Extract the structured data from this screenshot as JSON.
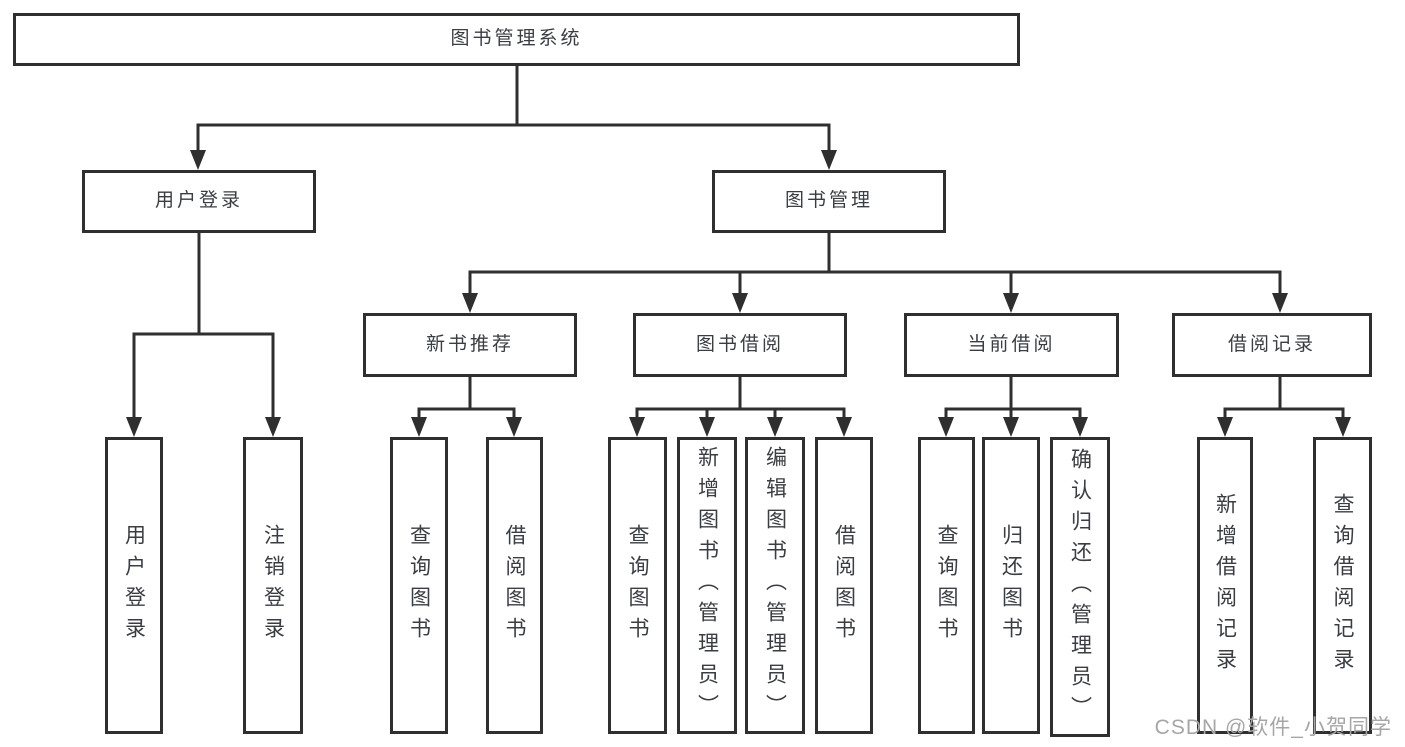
{
  "tree": {
    "label": "图书管理系统",
    "children": [
      {
        "label": "用户登录",
        "children": [
          {
            "label": "用户登录"
          },
          {
            "label": "注销登录"
          }
        ]
      },
      {
        "label": "图书管理",
        "children": [
          {
            "label": "新书推荐",
            "children": [
              {
                "label": "查询图书"
              },
              {
                "label": "借阅图书"
              }
            ]
          },
          {
            "label": "图书借阅",
            "children": [
              {
                "label": "查询图书"
              },
              {
                "label": "新增图书（管理员）"
              },
              {
                "label": "编辑图书（管理员）"
              },
              {
                "label": "借阅图书"
              }
            ]
          },
          {
            "label": "当前借阅",
            "children": [
              {
                "label": "查询图书"
              },
              {
                "label": "归还图书"
              },
              {
                "label": "确认归还（管理员）"
              }
            ]
          },
          {
            "label": "借阅记录",
            "children": [
              {
                "label": "新增借阅记录"
              },
              {
                "label": "查询借阅记录"
              }
            ]
          }
        ]
      }
    ]
  },
  "watermark": {
    "text": "CSDN @软件_小贺同学",
    "color": "#a6a6a6"
  },
  "colors": {
    "line": "#2f2f2f",
    "box_border": "#2f2f2f",
    "box_background": "#ffffff",
    "text": "#3a3d42",
    "page_background": "#ffffff"
  }
}
